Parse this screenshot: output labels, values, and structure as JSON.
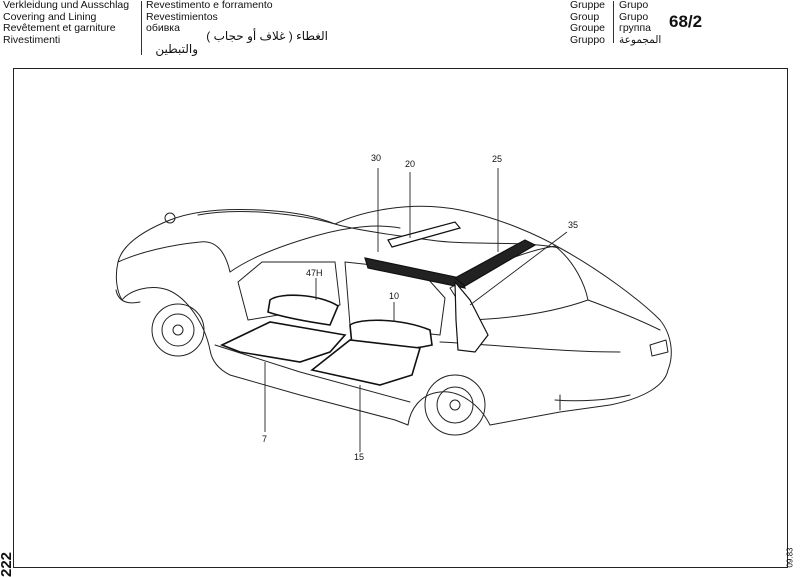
{
  "header": {
    "languages_left": [
      "Verkleidung und Ausschlag",
      "Covering and Lining",
      "Revêtement et garniture",
      "Rivestimenti"
    ],
    "languages_right": [
      "Revestimento e forramento",
      "Revestimientos",
      "обивка"
    ],
    "arabic_line1": "الغطاء ( غلاف أو حجاب )",
    "arabic_line2": "والتبطين",
    "group_labels": [
      "Gruppe",
      "Group",
      "Groupe",
      "Gruppo"
    ],
    "group_translations": [
      "Grupo",
      "Grupo",
      "группа",
      "المجموعة"
    ],
    "group_number": "68/2"
  },
  "callouts": {
    "c30": "30",
    "c20": "20",
    "c25": "25",
    "c35": "35",
    "c47h": "47H",
    "c10": "10",
    "c7": "7",
    "c15": "15"
  },
  "footer": {
    "page_number": "222",
    "date_code": "09.83"
  }
}
